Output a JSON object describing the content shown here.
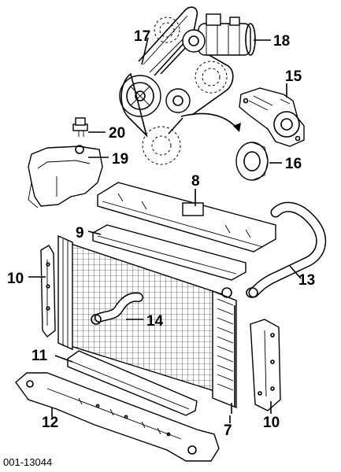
{
  "figure": {
    "code": "001-13044",
    "callouts": {
      "c7": "7",
      "c8": "8",
      "c9": "9",
      "c10a": "10",
      "c10b": "10",
      "c11": "11",
      "c12": "12",
      "c13": "13",
      "c14": "14",
      "c15": "15",
      "c16": "16",
      "c17": "17",
      "c18": "18",
      "c19": "19",
      "c20": "20"
    }
  }
}
